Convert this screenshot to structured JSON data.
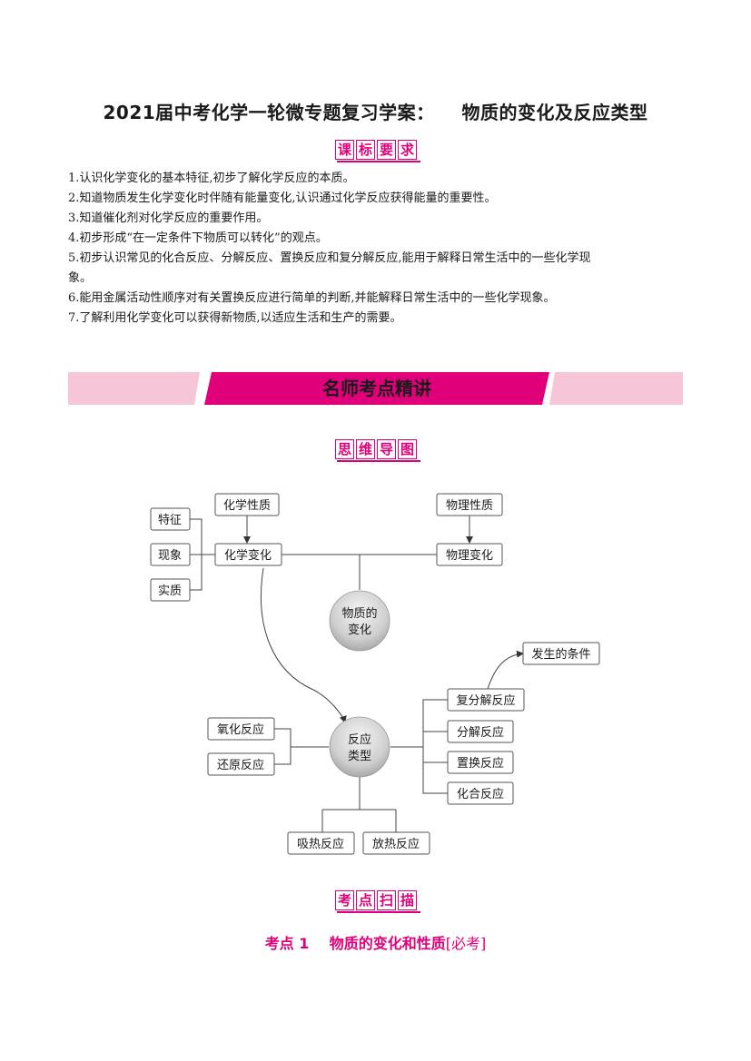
{
  "title": "2021届中考化学一轮微专题复习学案：    物质的变化及反应类型",
  "section1": {
    "label": [
      "课",
      "标",
      "要",
      "求"
    ],
    "items": [
      "1.认识化学变化的基本特征,初步了解化学反应的本质。",
      "2.知道物质发生化学变化时伴随有能量变化,认识通过化学反应获得能量的重要性。",
      "3.知道催化剂对化学反应的重要作用。",
      "4.初步形成“在一定条件下物质可以转化”的观点。",
      "5.初步认识常见的化合反应、分解反应、置换反应和复分解反应,能用于解释日常生活中的一些化学现",
      "象。",
      "6.能用金属活动性顺序对有关置换反应进行简单的判断,并能解释日常生活中的一些化学现象。",
      "7.了解利用化学变化可以获得新物质,以适应生活和生产的需要。"
    ]
  },
  "banner": {
    "text": "名师考点精讲",
    "accent": "#e0007a",
    "light": "#f7c5d8"
  },
  "section2": {
    "label": [
      "思",
      "维",
      "导",
      "图"
    ]
  },
  "mindmap": {
    "center1": [
      "物质的",
      "变化"
    ],
    "center2": [
      "反应",
      "类型"
    ],
    "chem_prop": "化学性质",
    "chem_change": "化学变化",
    "phys_prop": "物理性质",
    "phys_change": "物理变化",
    "feature": "特征",
    "phenomenon": "现象",
    "essence": "实质",
    "oxidation": "氧化反应",
    "reduction": "还原反应",
    "double_decomp": "复分解反应",
    "condition": "发生的条件",
    "decomp": "分解反应",
    "replace": "置换反应",
    "combine": "化合反应",
    "endo": "吸热反应",
    "exo": "放热反应"
  },
  "section3": {
    "label": [
      "考",
      "点",
      "扫",
      "描"
    ]
  },
  "kaodian": {
    "prefix": "考点 1",
    "title": "物质的变化和性质",
    "tag": "[必考]"
  }
}
